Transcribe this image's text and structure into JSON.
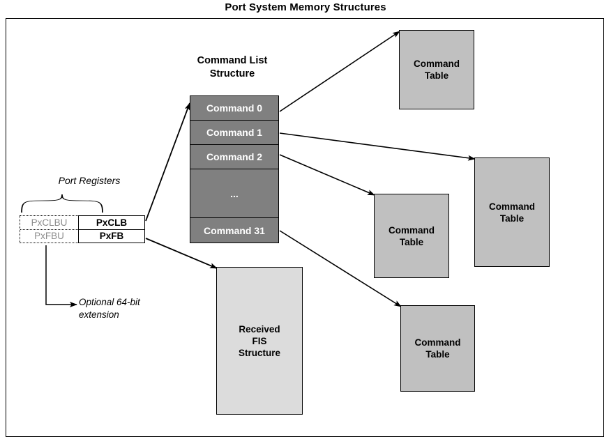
{
  "title": "Port System Memory Structures",
  "command_list": {
    "caption_line1": "Command List",
    "caption_line2": "Structure",
    "slots": [
      {
        "label": "Command 0"
      },
      {
        "label": "Command 1"
      },
      {
        "label": "Command 2"
      },
      {
        "label": "..."
      },
      {
        "label": "Command 31"
      }
    ]
  },
  "command_tables": [
    {
      "line1": "Command",
      "line2": "Table"
    },
    {
      "line1": "Command",
      "line2": "Table"
    },
    {
      "line1": "Command",
      "line2": "Table"
    },
    {
      "line1": "Command",
      "line2": "Table"
    }
  ],
  "received_fis": {
    "line1": "Received",
    "line2": "FIS",
    "line3": "Structure"
  },
  "port_registers": {
    "group_label": "Port Registers",
    "upper_registers": [
      "PxCLBU",
      "PxFBU"
    ],
    "lower_registers": [
      "PxCLB",
      "PxFB"
    ]
  },
  "annotations": {
    "extension_note_line1": "Optional 64-bit",
    "extension_note_line2": "extension"
  },
  "colors": {
    "command_list_fill": "#808080",
    "command_table_fill": "#c0c0c0",
    "received_fis_fill": "#dcdcdc",
    "stroke": "#000000",
    "dim_text": "#8c8c8c",
    "page_background": "#ffffff"
  }
}
